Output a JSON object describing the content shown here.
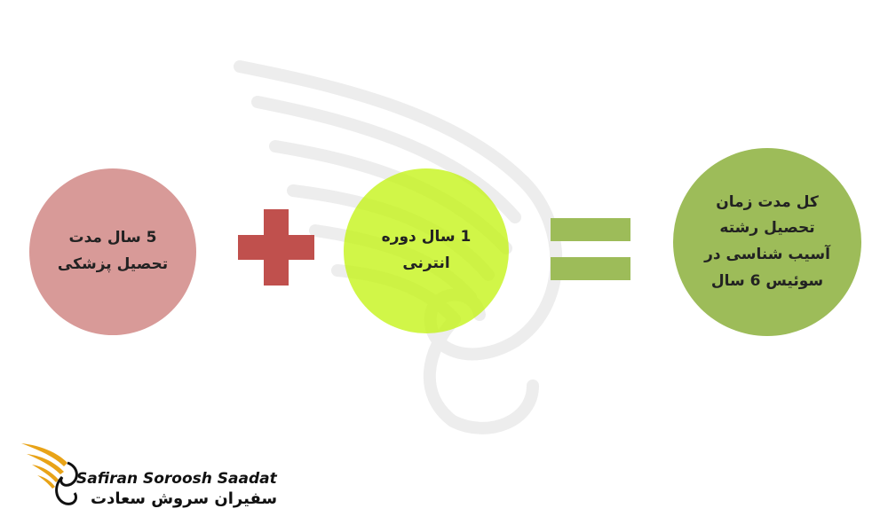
{
  "boxes": {
    "medical_study": "5 سال مدت\nتحصیل پزشکی",
    "internship": "1 سال دوره\nانترنی",
    "total": "کل مدت زمان\nتحصیل رشته\nآسیب شناسی در\nسوئیس 6 سال"
  },
  "operators": {
    "plus": "plus-icon",
    "equals": "equals-icon"
  },
  "colors": {
    "pink_circle": "#d89a98",
    "lime_circle": "#c4f414",
    "green_circle": "#9dbc59",
    "plus": "#c0504d",
    "equals": "#9dbc59",
    "logo_gold": "#e8a317"
  },
  "logo": {
    "name_en": "Safiran Soroosh Saadat",
    "name_fa": "سفیران سروش سعادت"
  }
}
